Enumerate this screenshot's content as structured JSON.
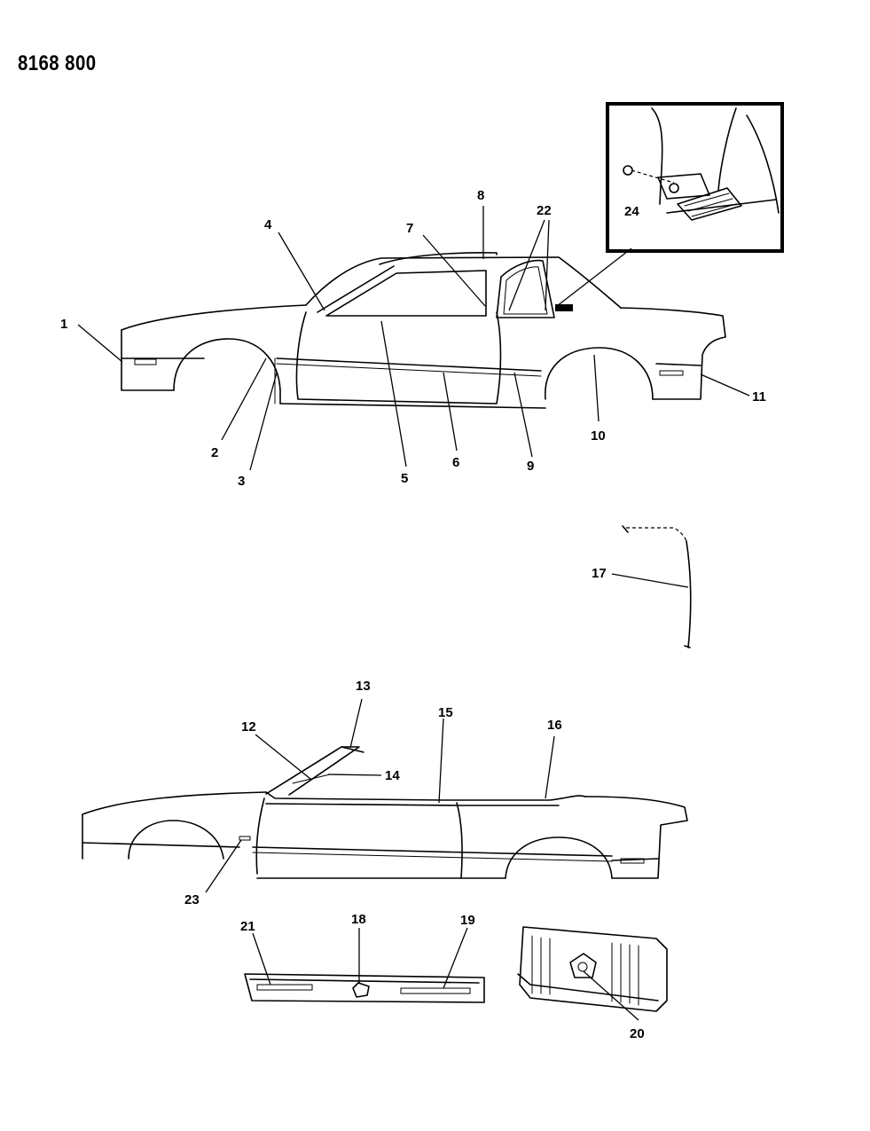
{
  "doc_number": "8168 800",
  "callouts": {
    "c1": "1",
    "c2": "2",
    "c3": "3",
    "c4": "4",
    "c5": "5",
    "c6": "6",
    "c7": "7",
    "c8": "8",
    "c9": "9",
    "c10": "10",
    "c11": "11",
    "c12": "12",
    "c13": "13",
    "c14": "14",
    "c15": "15",
    "c16": "16",
    "c17": "17",
    "c18": "18",
    "c19": "19",
    "c20": "20",
    "c21": "21",
    "c22": "22",
    "c23": "23",
    "c24": "24"
  }
}
